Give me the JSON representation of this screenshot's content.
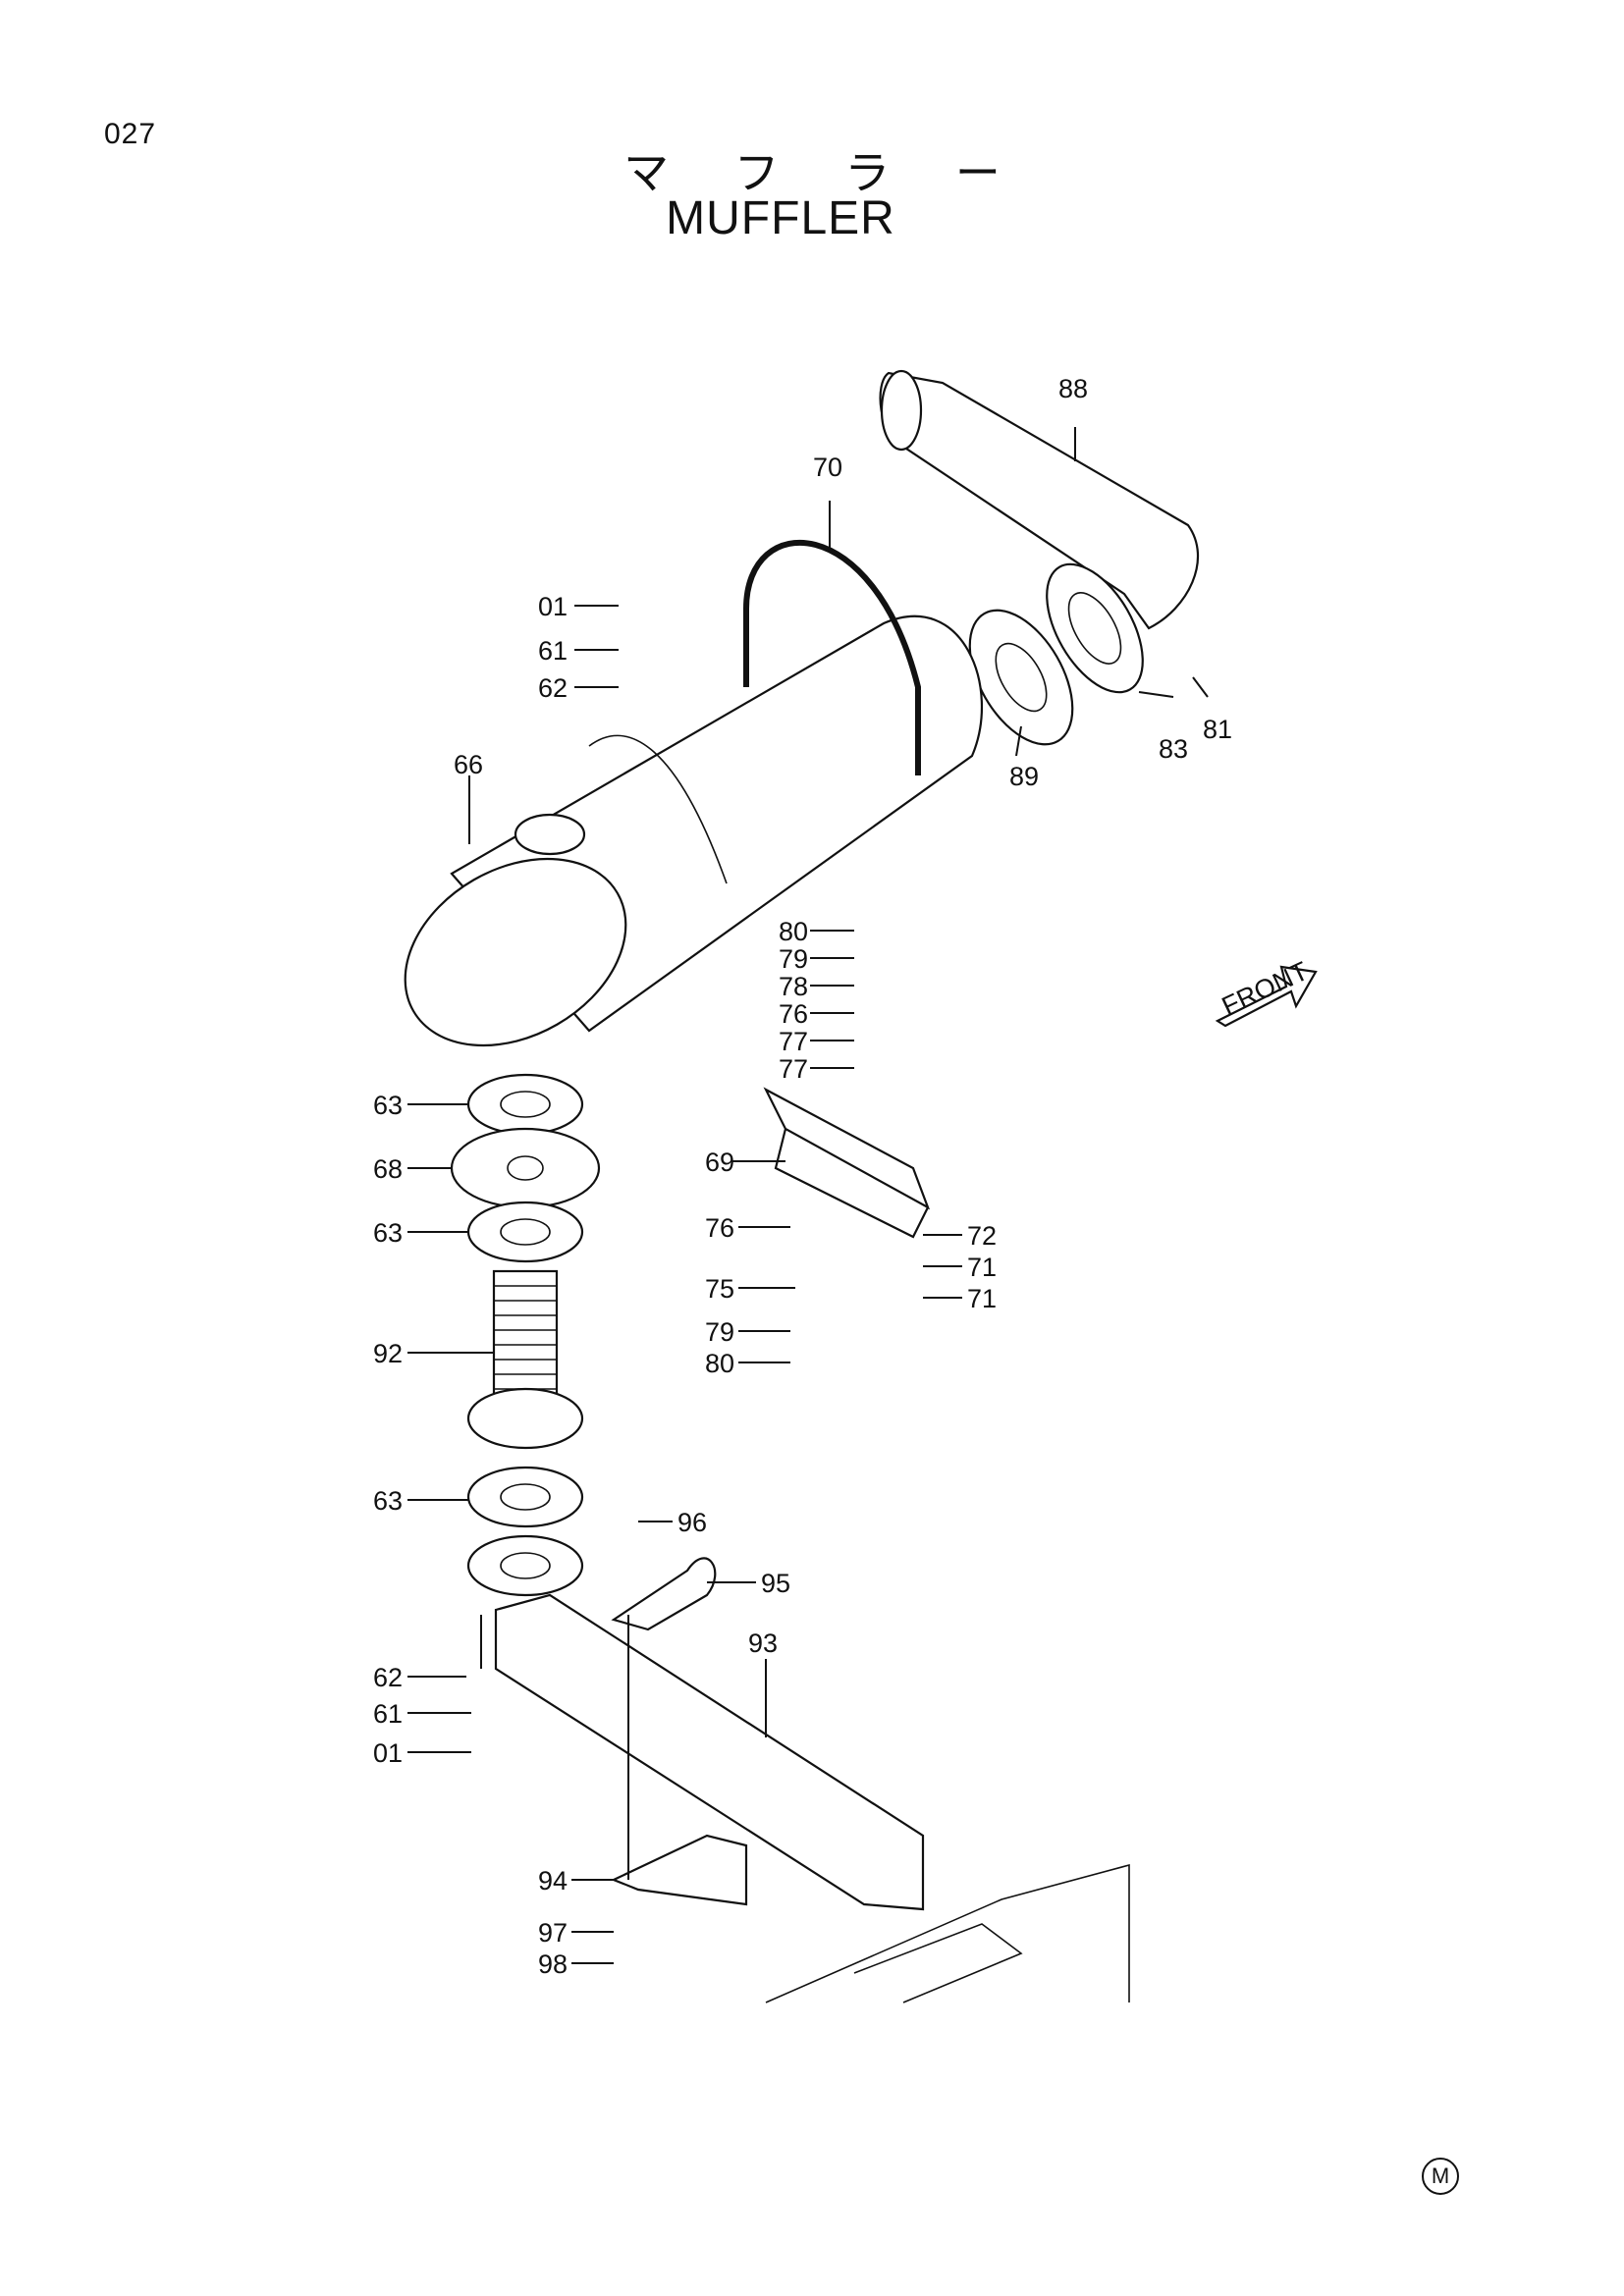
{
  "page": {
    "number": "027",
    "title_jp": "マ フ ラ ー",
    "title_en": "MUFFLER",
    "mark": "M"
  },
  "direction_arrow": {
    "label": "FRONT"
  },
  "callouts": [
    {
      "id": "c88",
      "label": "88"
    },
    {
      "id": "c70",
      "label": "70"
    },
    {
      "id": "c01a",
      "label": "01"
    },
    {
      "id": "c61a",
      "label": "61"
    },
    {
      "id": "c62a",
      "label": "62"
    },
    {
      "id": "c66",
      "label": "66"
    },
    {
      "id": "c83",
      "label": "83"
    },
    {
      "id": "c81",
      "label": "81"
    },
    {
      "id": "c89",
      "label": "89"
    },
    {
      "id": "c80a",
      "label": "80"
    },
    {
      "id": "c79a",
      "label": "79"
    },
    {
      "id": "c78",
      "label": "78"
    },
    {
      "id": "c76a",
      "label": "76"
    },
    {
      "id": "c77a",
      "label": "77"
    },
    {
      "id": "c77b",
      "label": "77"
    },
    {
      "id": "c63a",
      "label": "63"
    },
    {
      "id": "c68",
      "label": "68"
    },
    {
      "id": "c63b",
      "label": "63"
    },
    {
      "id": "c69",
      "label": "69"
    },
    {
      "id": "c76b",
      "label": "76"
    },
    {
      "id": "c72",
      "label": "72"
    },
    {
      "id": "c71a",
      "label": "71"
    },
    {
      "id": "c75",
      "label": "75"
    },
    {
      "id": "c71b",
      "label": "71"
    },
    {
      "id": "c92",
      "label": "92"
    },
    {
      "id": "c79b",
      "label": "79"
    },
    {
      "id": "c80b",
      "label": "80"
    },
    {
      "id": "c63c",
      "label": "63"
    },
    {
      "id": "c96",
      "label": "96"
    },
    {
      "id": "c95",
      "label": "95"
    },
    {
      "id": "c93",
      "label": "93"
    },
    {
      "id": "c62b",
      "label": "62"
    },
    {
      "id": "c61b",
      "label": "61"
    },
    {
      "id": "c01b",
      "label": "01"
    },
    {
      "id": "c94",
      "label": "94"
    },
    {
      "id": "c97",
      "label": "97"
    },
    {
      "id": "c98",
      "label": "98"
    }
  ]
}
